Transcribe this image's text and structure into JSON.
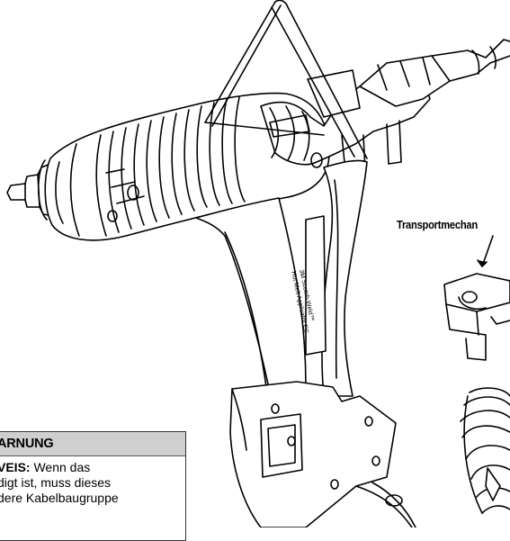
{
  "callout": {
    "transport_label": "Transportmechan"
  },
  "warning": {
    "header": "ARNUNG",
    "note_label": "VEIS:",
    "line1_rest": " Wenn das",
    "line2": "digt ist, muss dieses",
    "line3": "dere Kabelbaugruppe"
  },
  "device_label": {
    "line1": "3M Scotch-Weld™",
    "line2": "Hot Melt Applicator EC"
  },
  "colors": {
    "line": "#000000",
    "warning_header_bg": "#cfcfcf",
    "background": "#ffffff"
  }
}
